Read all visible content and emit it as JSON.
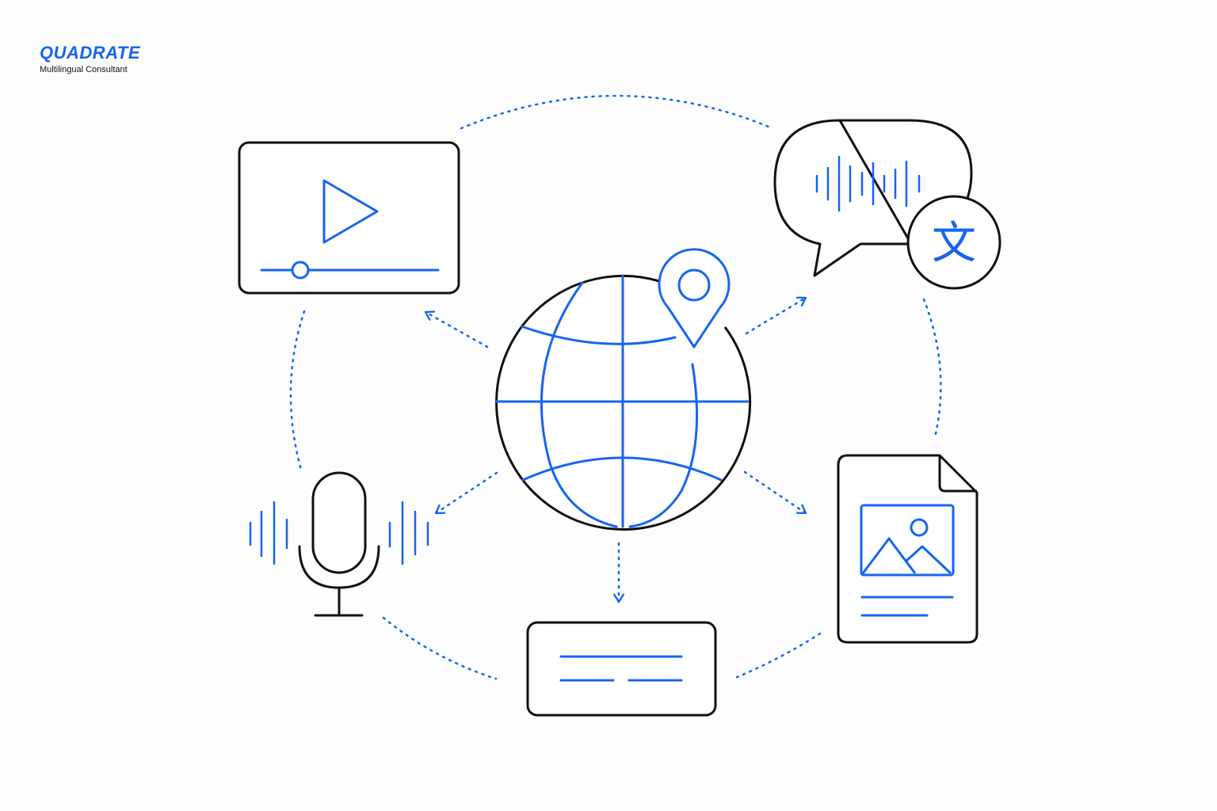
{
  "brand": {
    "name": "QUADRATE",
    "tagline": "Multilingual Consultant"
  },
  "colors": {
    "accent": "#1565f0",
    "outline": "#111111",
    "background": "#fdfdfd"
  },
  "translation_glyph": "文",
  "nodes": [
    {
      "id": "video",
      "icon": "video-player-icon"
    },
    {
      "id": "speech-translation",
      "icon": "speech-bubble-translate-icon"
    },
    {
      "id": "globe",
      "icon": "globe-with-location-pin-icon"
    },
    {
      "id": "audio",
      "icon": "microphone-icon"
    },
    {
      "id": "subtitles",
      "icon": "text-box-icon"
    },
    {
      "id": "document",
      "icon": "image-document-icon"
    }
  ]
}
